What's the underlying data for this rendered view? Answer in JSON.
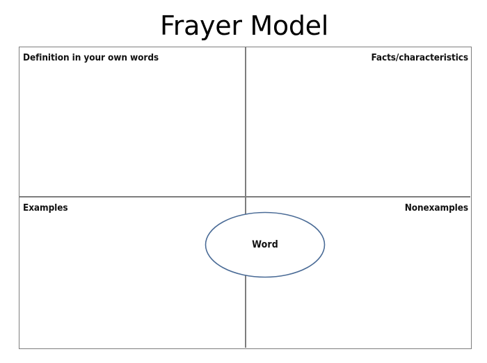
{
  "title": "Frayer Model",
  "colors": {
    "frame_border": "#7d7d7d",
    "divider": "#7d7d7d",
    "ellipse_stroke": "#4a6b96",
    "ellipse_fill": "#ffffff",
    "text": "#111111",
    "title_text": "#000000",
    "background": "#ffffff"
  },
  "center": {
    "label": "Word",
    "shape": "ellipse"
  },
  "quadrants": [
    {
      "position": "top-left",
      "label": "Definition in your own words",
      "align": "left",
      "content": ""
    },
    {
      "position": "top-right",
      "label": "Facts/characteristics",
      "align": "right",
      "content": ""
    },
    {
      "position": "bottom-left",
      "label": "Examples",
      "align": "left",
      "content": ""
    },
    {
      "position": "bottom-right",
      "label": "Nonexamples",
      "align": "right",
      "content": ""
    }
  ]
}
